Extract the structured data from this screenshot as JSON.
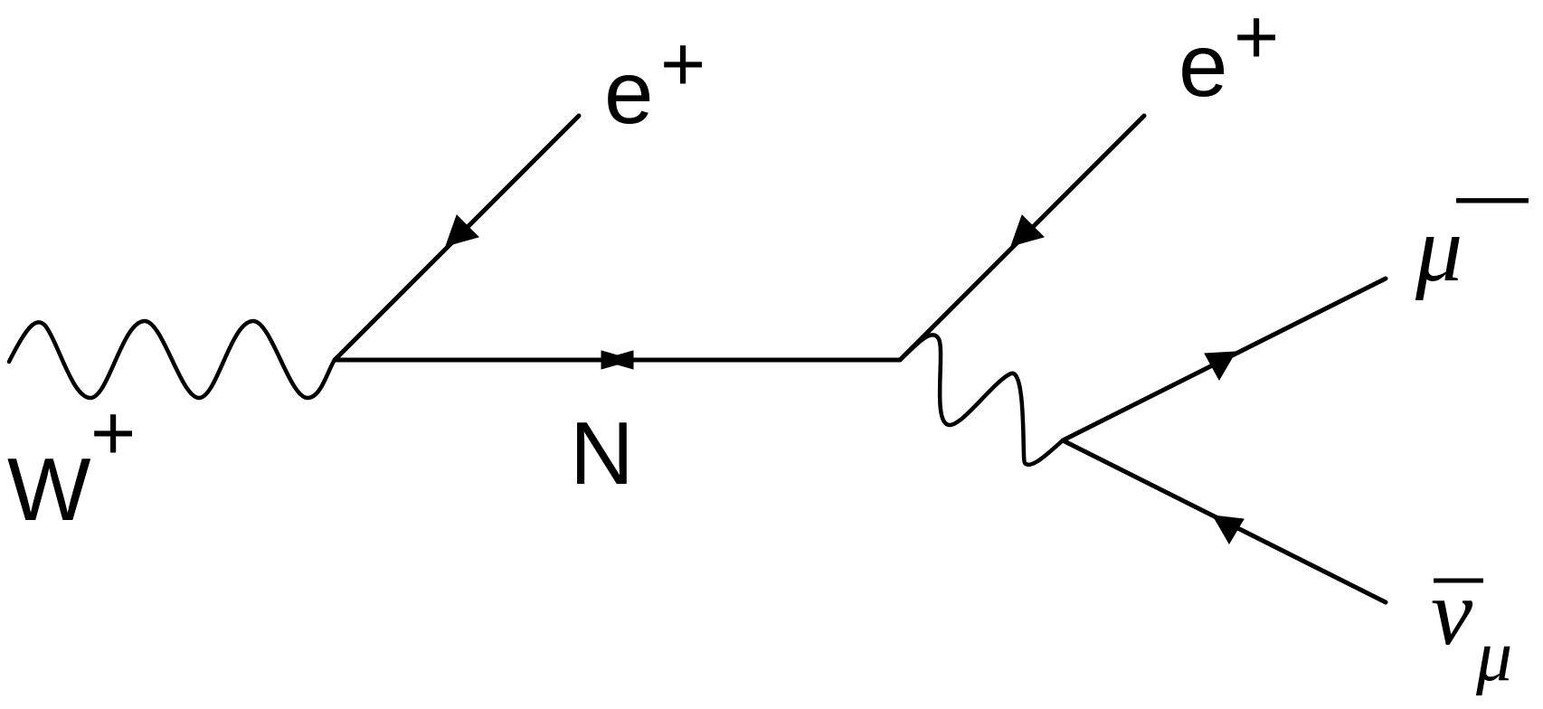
{
  "labels": {
    "w_main": "W",
    "w_sup": "+",
    "e1_main": "e",
    "e1_sup": "+",
    "e2_main": "e",
    "e2_sup": "+",
    "n_label": "N",
    "mu_main": "μ",
    "mu_sup": "—",
    "nu_main": "ν",
    "nu_sub": "μ"
  },
  "colors": {
    "line": "#000000",
    "background": "#ffffff"
  }
}
